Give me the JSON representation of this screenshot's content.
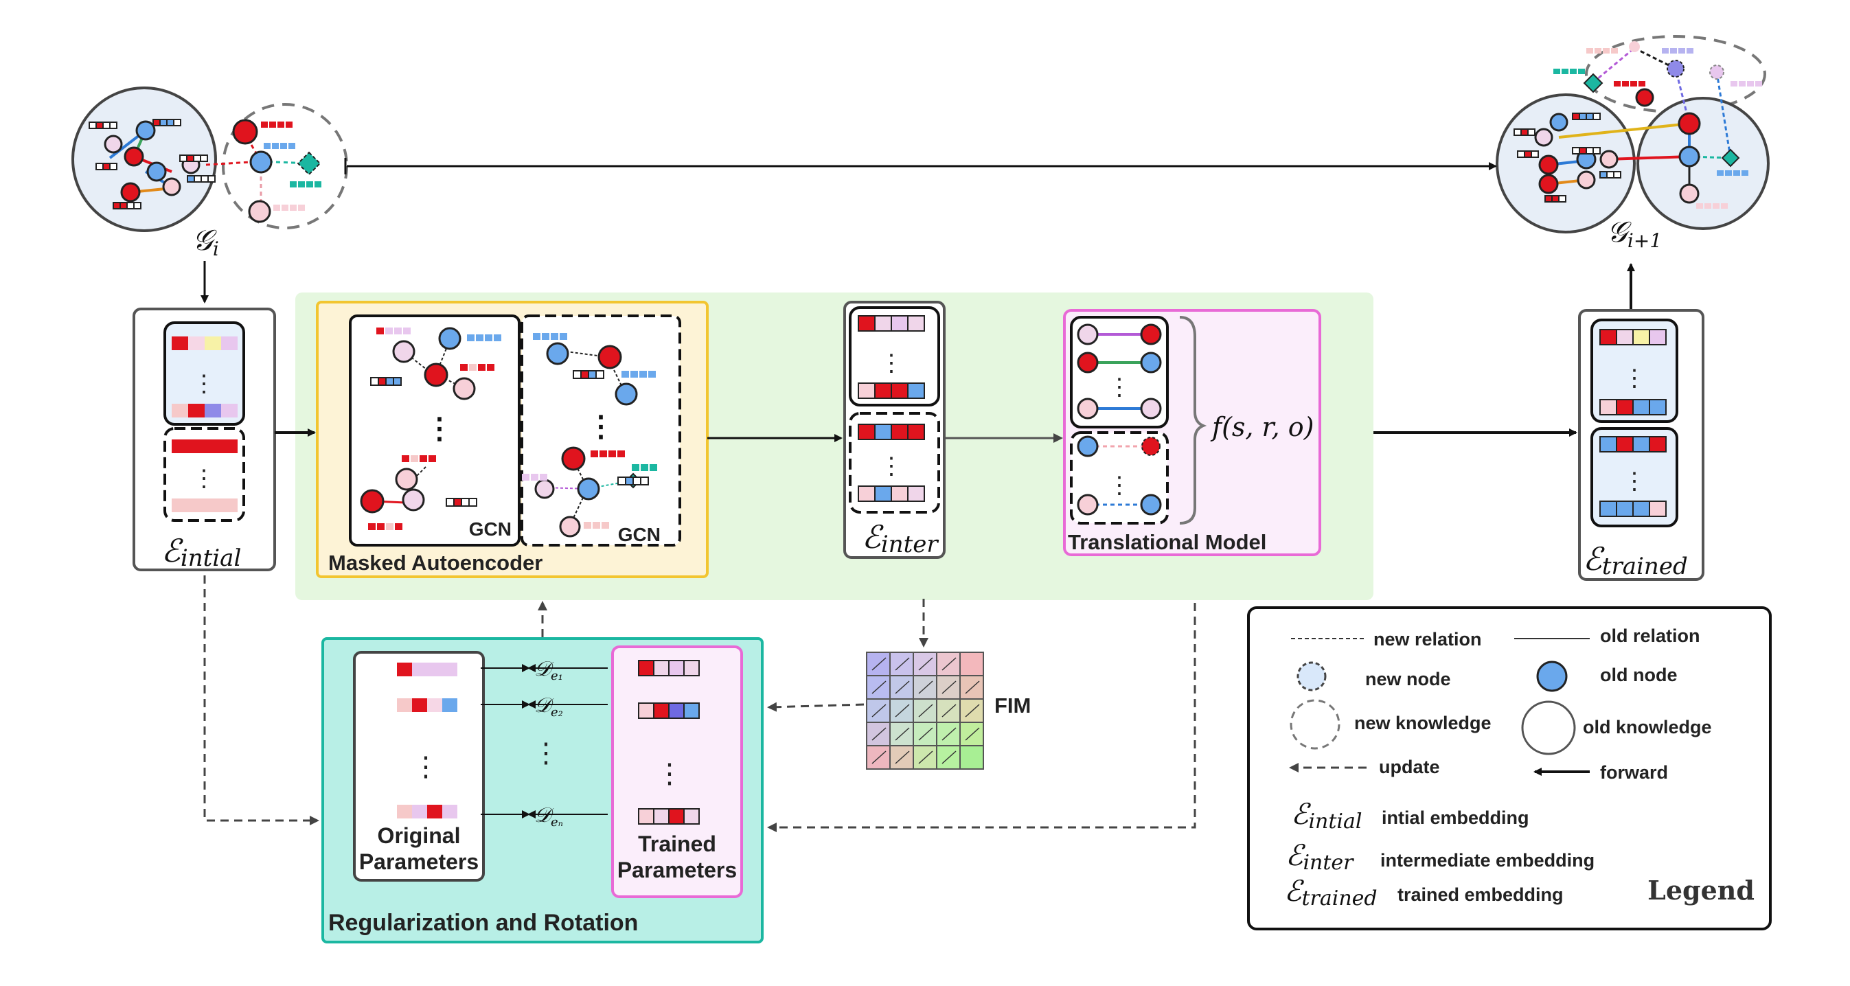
{
  "graphs": {
    "gi_label": "𝒢",
    "gi_sub": "i",
    "gi1_label": "𝒢",
    "gi1_sub": "i+1"
  },
  "embeddings": {
    "initial_label": "ℰ",
    "initial_sub": "intial",
    "inter_label": "ℰ",
    "inter_sub": "inter",
    "trained_label": "ℰ",
    "trained_sub": "trained"
  },
  "modules": {
    "masked_autoencoder": "Masked Autoencoder",
    "gcn": "GCN",
    "translational_model": "Translational Model",
    "score_function": "f(s, r, o)",
    "regularization": "Regularization and Rotation",
    "original_params_line1": "Original",
    "original_params_line2": "Parameters",
    "trained_params_line1": "Trained",
    "trained_params_line2": "Parameters",
    "fim": "FIM",
    "dist_label": "𝒟",
    "dist_subs": [
      "e₁",
      "e₂",
      "eₙ"
    ],
    "ellipsis": "⋮"
  },
  "legend": {
    "title": "Legend",
    "new_relation": "new relation",
    "old_relation": "old relation",
    "new_node": "new node",
    "old_node": "old node",
    "new_knowledge": "new knowledge",
    "old_knowledge": "old knowledge",
    "update": "update",
    "forward": "forward",
    "intial_label": "intial embedding",
    "inter_label": "intermediate embedding",
    "trained_label": "trained embedding"
  },
  "colors": {
    "red": "#e0141e",
    "pink": "#f7d0d8",
    "lightpink": "#f6c9c9",
    "blue": "#6aa8ec",
    "lightblue": "#a9ccf3",
    "teal": "#1bb7a1",
    "lavender": "#e8c7ee",
    "yellow": "#f7f2a7",
    "purple": "#6f6ae3",
    "green_bg": "#e5f7df",
    "teal_bg": "#b8efe6",
    "yellow_bg": "#fdf3d6"
  }
}
